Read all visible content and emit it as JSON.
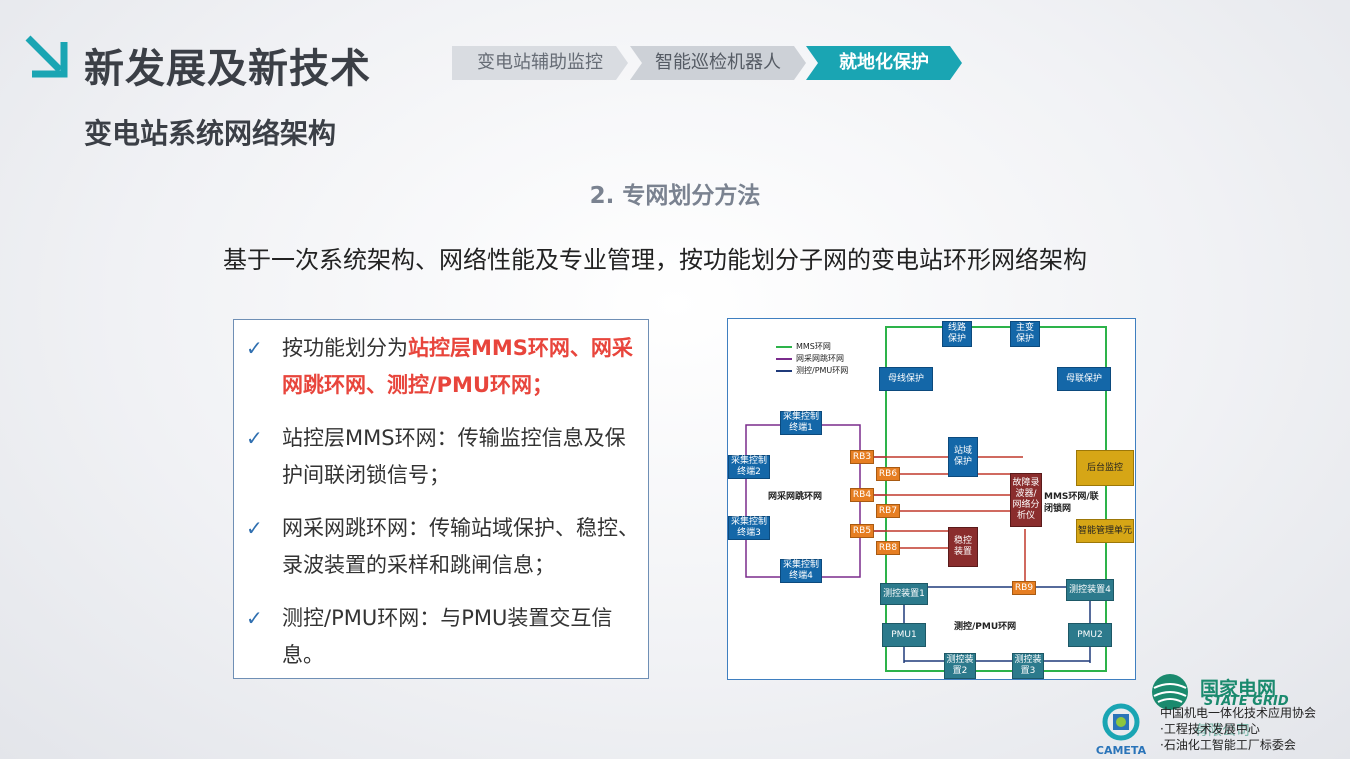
{
  "header": {
    "title": "新发展及新技术",
    "subtitle": "变电站系统网络架构",
    "breadcrumb": [
      "变电站辅助监控",
      "智能巡检机器人",
      "就地化保护"
    ]
  },
  "section": {
    "number_title": "2.  专网划分方法",
    "headline": "基于一次系统架构、网络性能及专业管理，按功能划分子网的变电站环形网络架构"
  },
  "bullets": [
    {
      "pre": "按功能划分为",
      "highlight": "站控层MMS环网、网采网跳环网、测控/PMU环网；"
    },
    {
      "text": "站控层MMS环网：传输监控信息及保护间联闭锁信号；"
    },
    {
      "text": "网采网跳环网：传输站域保护、稳控、录波装置的采样和跳闸信息；"
    },
    {
      "text": "测控/PMU环网：与PMU装置交互信息。"
    }
  ],
  "diagram": {
    "legend": [
      "MMS环网",
      "网采网跳环网",
      "测控/PMU环网"
    ],
    "colors": {
      "mms": "#2db34a",
      "net": "#7a2b8c",
      "pmu": "#1f3a7a",
      "red": "#c0392b",
      "accent": "#1aa5b3"
    },
    "boxes": {
      "line_protect": "线路保护",
      "main_protect": "主变保护",
      "bus_protect": "母线保护",
      "bus_link_protect": "母联保护",
      "station_protect": "站域保护",
      "backend": "后台监控",
      "smart_unit": "智能管理单元",
      "recorder": "故障录波器/网络分析仪",
      "stability": "稳控装置",
      "ctrl1": "采集控制终端1",
      "ctrl2": "采集控制终端2",
      "ctrl3": "采集控制终端3",
      "ctrl4": "采集控制终端4",
      "meas1": "测控装置1",
      "meas2": "测控装置2",
      "meas3": "测控装置3",
      "meas4": "测控装置4",
      "pmu1": "PMU1",
      "pmu2": "PMU2"
    },
    "rbs": [
      "RB3",
      "RB6",
      "RB4",
      "RB7",
      "RB5",
      "RB8",
      "RB9"
    ],
    "labels": {
      "net_ring": "网采网跳环网",
      "mms_ring": "MMS环网/联闭锁网",
      "pmu_ring": "测控/PMU环网"
    }
  },
  "footer": {
    "sg_name_cn": "国家电网",
    "sg_name_en": "STATE GRID",
    "sg_company": "有限公司",
    "cameta": "CAMETA",
    "association": [
      "中国机电一体化技术应用协会",
      "·工程技术发展中心",
      "·石油化工智能工厂标委会"
    ]
  }
}
